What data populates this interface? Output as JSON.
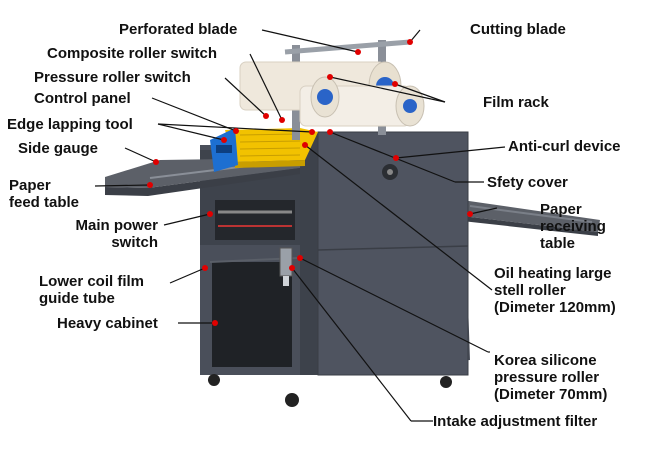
{
  "labels": {
    "perforated_blade": "Perforated blade",
    "cutting_blade": "Cutting blade",
    "composite_roller_switch": "Composite roller switch",
    "pressure_roller_switch": "Pressure roller switch",
    "film_rack": "Film rack",
    "control_panel": "Control panel",
    "edge_lapping_tool": "Edge lapping tool",
    "anti_curl_device": "Anti-curl device",
    "side_gauge": "Side gauge",
    "safety_cover": "Sfety cover",
    "paper_feed_table": "Paper\nfeed table",
    "paper_receiving_table": "Paper\nreceiving\ntable",
    "main_power_switch": "Main power\nswitch",
    "oil_heating_roller": "Oil heating large\nstell roller\n(Dimeter 120mm)",
    "lower_coil_film_guide_tube": "Lower coil film\nguide tube",
    "heavy_cabinet": "Heavy cabinet",
    "silicone_pressure_roller": "Korea silicone\npressure roller\n(Dimeter 70mm)",
    "intake_adjustment_filter": "Intake adjustment filter"
  },
  "colors": {
    "marker": "#e00000",
    "line": "#111111",
    "machine_body": "#4a4f5a",
    "machine_dark": "#34383f",
    "feed_table": "#5c6068",
    "cover_yellow": "#f2c200",
    "control_panel_blue": "#1d6fd1",
    "film_roll": "#efe8dc",
    "roll_core": "#2a64c8"
  }
}
